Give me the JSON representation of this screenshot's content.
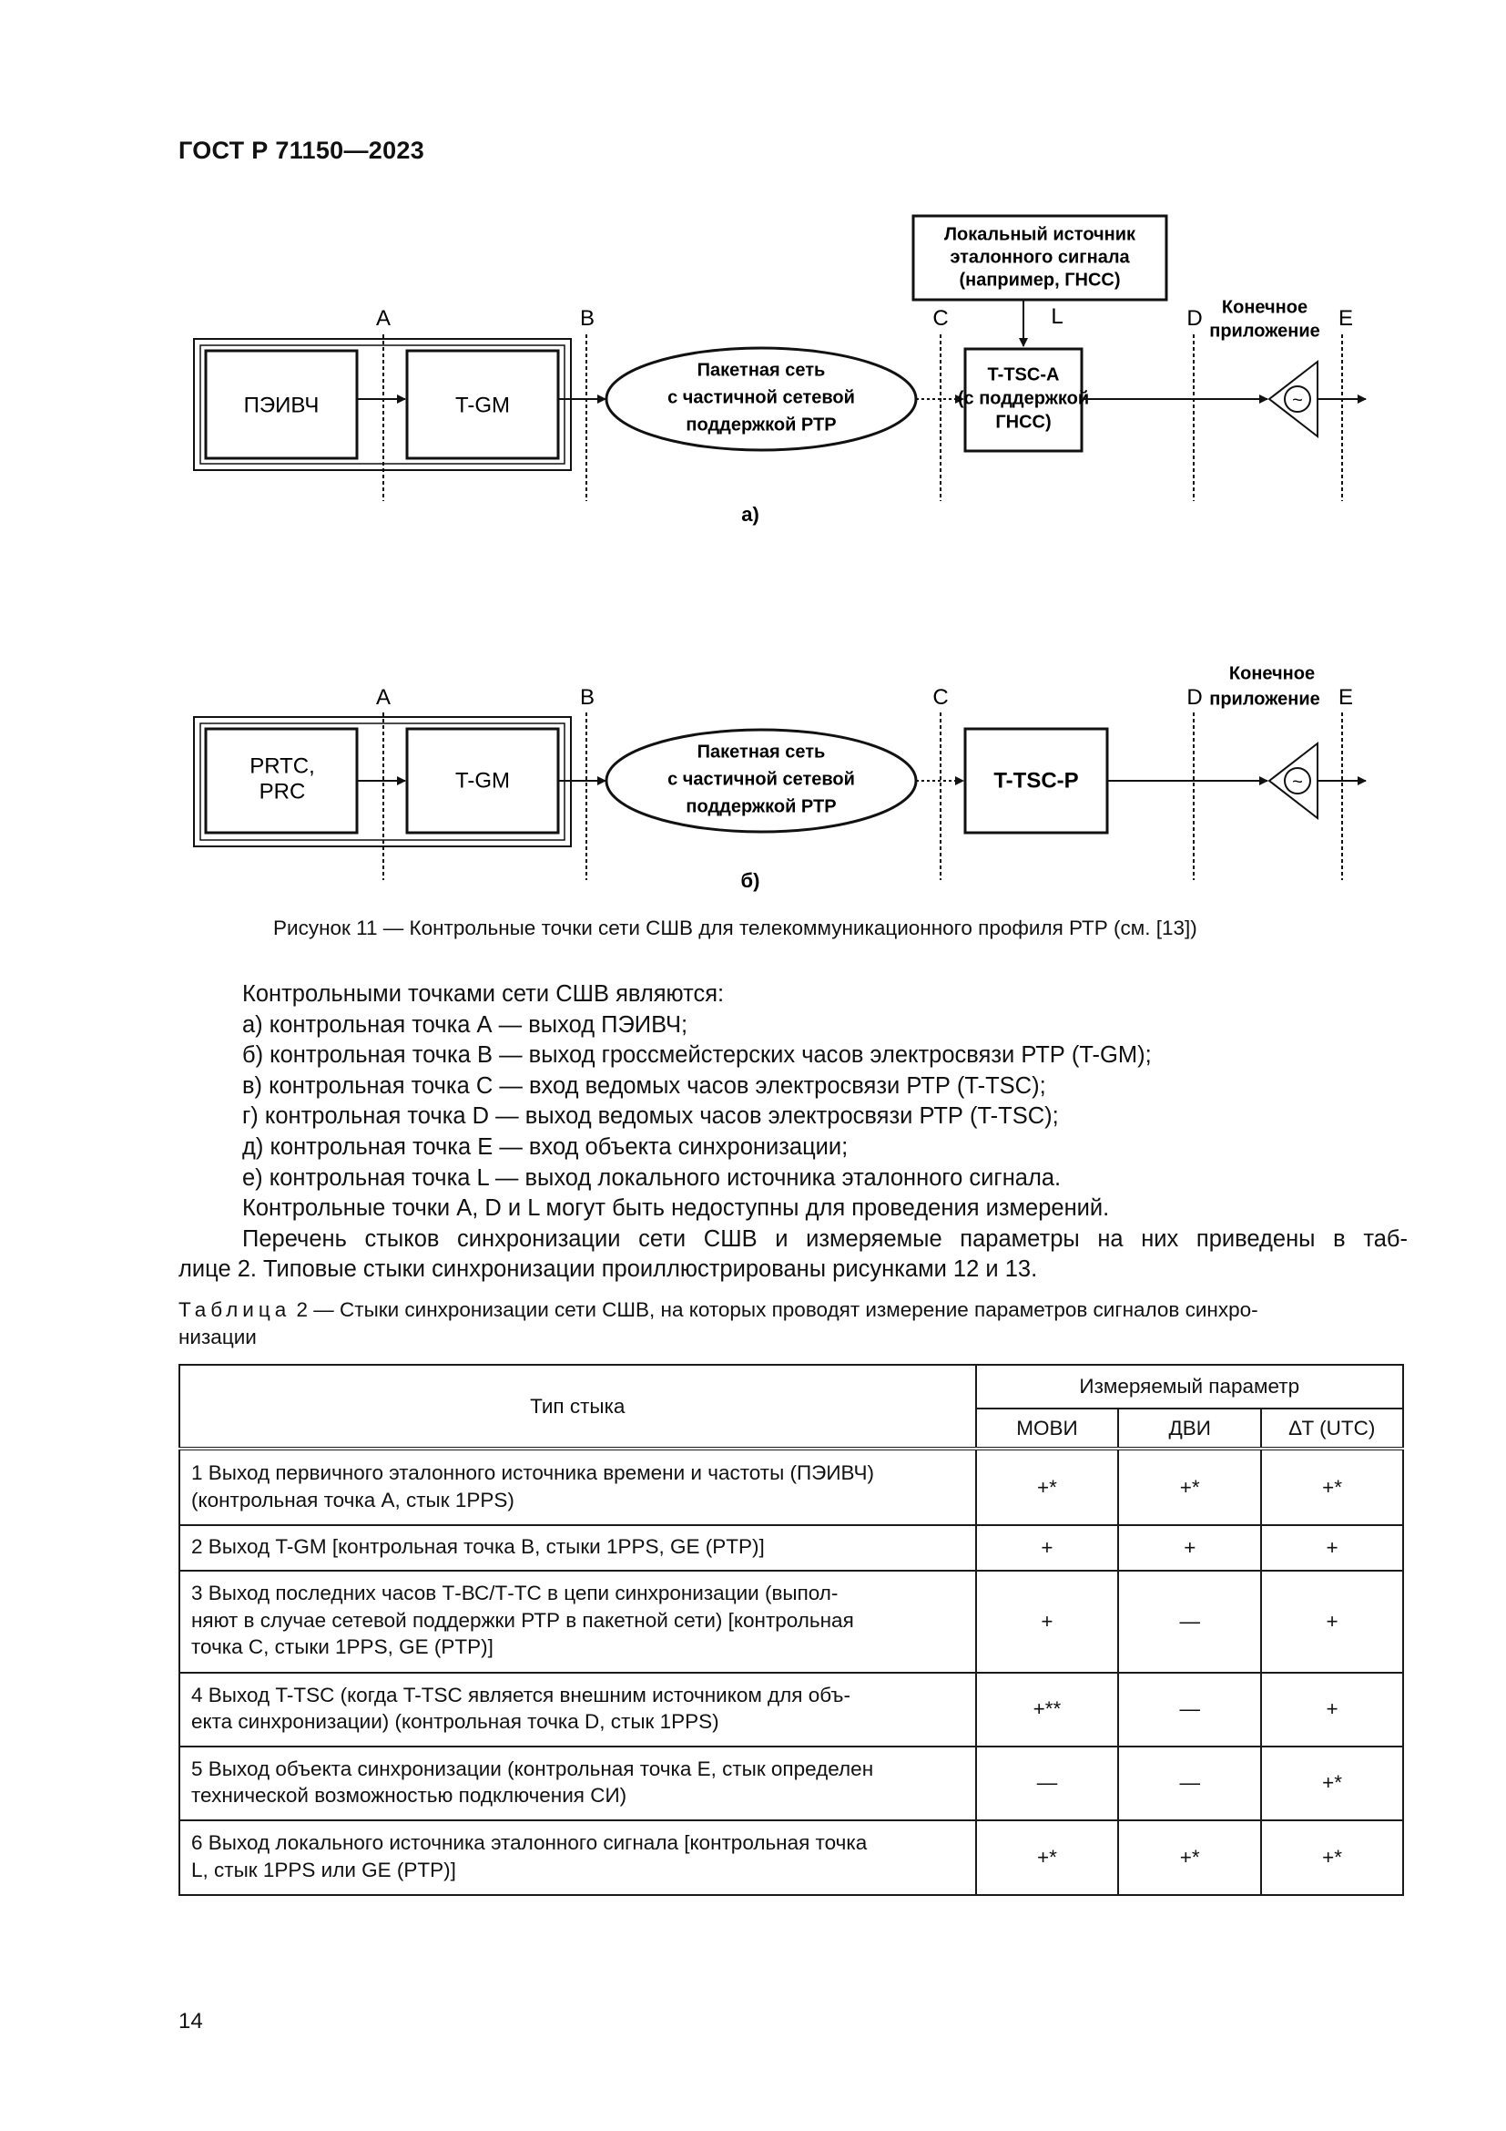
{
  "header": {
    "doc_id": "ГОСТ Р 71150—2023"
  },
  "figure": {
    "part_a": {
      "source_box": "ПЭИВЧ",
      "tgm_box": "T-GM",
      "network": [
        "Пакетная сеть",
        "с частичной сетевой",
        "поддержкой РТР"
      ],
      "local_source": [
        "Локальный источник",
        "эталонного сигнала",
        "(например, ГНСС)"
      ],
      "tsc_box": [
        "T-TSC-A",
        "(с поддержкой",
        "ГНСС)"
      ],
      "end_app": [
        "Конечное",
        "приложение"
      ],
      "points": {
        "A": "A",
        "B": "B",
        "C": "C",
        "D": "D",
        "E": "E",
        "L": "L"
      },
      "label": "а)"
    },
    "part_b": {
      "source_box": [
        "PRTC,",
        "PRC"
      ],
      "tgm_box": "T-GM",
      "network": [
        "Пакетная сеть",
        "с частичной сетевой",
        "поддержкой РТР"
      ],
      "tsc_box": "T-TSC-P",
      "end_app": [
        "Конечное",
        "приложение"
      ],
      "points": {
        "A": "A",
        "B": "B",
        "C": "C",
        "D": "D",
        "E": "E"
      },
      "label": "б)"
    },
    "clock_glyph": "~",
    "caption": "Рисунок 11 — Контрольные точки сети СШВ для телекоммуникационного профиля РТР (см. [13])"
  },
  "body": {
    "intro": "Контрольными точками сети СШВ являются:",
    "items": [
      "а) контрольная точка А — выход ПЭИВЧ;",
      "б) контрольная точка В — выход гроссмейстерских часов электросвязи РТР (T-GM);",
      "в) контрольная точка С — вход ведомых часов электросвязи РТР (T-TSC);",
      "г) контрольная точка D — выход ведомых часов электросвязи РТР (T-TSC);",
      "д) контрольная точка Е — вход объекта синхронизации;",
      "е) контрольная точка L — выход локального источника эталонного сигнала."
    ],
    "note": "Контрольные точки А, D и L могут быть недоступны для проведения измерений.",
    "para_line1": "Перечень стыков синхронизации сети СШВ и измеряемые параметры на них приведены в таб-",
    "para_line2": "лице 2. Типовые стыки синхронизации проиллюстрированы рисунками 12 и 13."
  },
  "table": {
    "title_word": "Таблица",
    "title_rest_line1": "2 — Стыки синхронизации сети СШВ, на которых проводят измерение параметров сигналов синхро-",
    "title_rest_line2": "низации",
    "col_type": "Тип стыка",
    "col_group": "Измеряемый параметр",
    "col_movi": "МОВИ",
    "col_dvi": "ДВИ",
    "col_dt": "∆T (UTC)",
    "rows": [
      {
        "desc_lines": [
          "1 Выход первичного эталонного источника времени и частоты (ПЭИВЧ)",
          "(контрольная точка А, стык 1PPS)"
        ],
        "movi": "+*",
        "dvi": "+*",
        "dt": "+*"
      },
      {
        "desc_lines": [
          "2 Выход T-GM [контрольная точка В, стыки 1PPS, GE (PTP)]"
        ],
        "movi": "+",
        "dvi": "+",
        "dt": "+"
      },
      {
        "desc_lines": [
          "3 Выход последних часов Т-ВС/Т-ТС в цепи синхронизации (выпол-",
          "няют в случае сетевой поддержки РТР в пакетной сети) [контрольная",
          "точка С, стыки 1PPS, GE (PTP)]"
        ],
        "movi": "+",
        "dvi": "—",
        "dt": "+"
      },
      {
        "desc_lines": [
          "4 Выход T-TSC (когда T-TSC является внешним источником для объ-",
          "екта синхронизации) (контрольная точка D, стык 1PPS)"
        ],
        "movi": "+**",
        "dvi": "—",
        "dt": "+"
      },
      {
        "desc_lines": [
          "5 Выход объекта синхронизации (контрольная точка Е, стык определен",
          "технической возможностью подключения СИ)"
        ],
        "movi": "—",
        "dvi": "—",
        "dt": "+*"
      },
      {
        "desc_lines": [
          "6 Выход локального источника эталонного сигнала [контрольная точка",
          "L, стык 1PPS или GE (PTP)]"
        ],
        "movi": "+*",
        "dvi": "+*",
        "dt": "+*"
      }
    ]
  },
  "footer": {
    "page_number": "14"
  }
}
